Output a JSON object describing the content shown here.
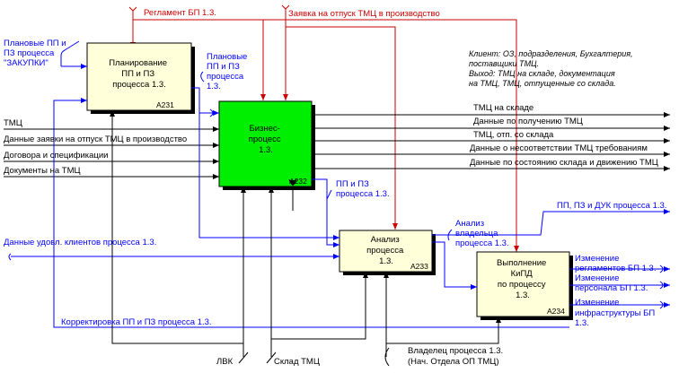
{
  "boxes": {
    "a231": {
      "label": [
        "Планирование",
        "ПП и ПЗ",
        "процесса 1.3."
      ],
      "code": "A231"
    },
    "a232": {
      "label": [
        "Бизнес-",
        "процесс",
        "1.3."
      ],
      "code": "A232"
    },
    "a233": {
      "label": [
        "Анализ",
        "процесса",
        "1.3."
      ],
      "code": "A233"
    },
    "a234": {
      "label": [
        "Выполнение",
        "КиПД",
        "по процессу",
        "1.3."
      ],
      "code": "A234"
    }
  },
  "controls": {
    "reglament": "Регламент БП 1.3.",
    "zayavka": "Заявка на отпуск ТМЦ в производство"
  },
  "note": [
    "Клиент: ОЗ, подразделения, Бухгалтерия,",
    "поставщики ТМЦ.",
    "Выход: ТМЦ на складе, документация",
    "на ТМЦ, ТМЦ, отпущенные со склада."
  ],
  "inputs": {
    "planovye_zakupki": [
      "Плановые ПП и",
      "ПЗ процесса",
      "\"ЗАКУПКИ\""
    ],
    "tmc": "ТМЦ",
    "dannye_zayavki": "Данные заявки на отпуск ТМЦ в производство",
    "dogovora": "Договора и спецификации",
    "dokumenty": "Документы на ТМЦ",
    "dannye_udovl": "Данные удовл. клиентов процесса 1.3.",
    "korrektirovka": "Корректировка ПП и ПЗ процесса 1.3."
  },
  "internal": {
    "planovye_pp": [
      "Плановые",
      "ПП и ПЗ",
      "процесса",
      "1.3."
    ],
    "pp_i_pz": [
      "ПП и ПЗ",
      "процесса 1.3."
    ],
    "analiz_vladeltsa": [
      "Анализ",
      "владельца",
      "процесса 1.3."
    ]
  },
  "outputs": {
    "tmc_na_sklade": "ТМЦ на складе",
    "dannye_poluchenie": "Данные по получению ТМЦ",
    "tmc_otp": "ТМЦ, отп. со склада",
    "dannye_nesoot": "Данные о несоответствии ТМЦ  требованиям",
    "dannye_sostoyanie": "Данные по состоянию склада и движению ТМЦ",
    "pp_pz_duk": "ПП, ПЗ и ДУК процесса 1.3.",
    "izm_reglamentov": [
      "Изменение",
      "регламентов БП 1.3."
    ],
    "izm_personala": [
      "Изменение",
      "персонала БП 1.3."
    ],
    "izm_infra": [
      "Изменение",
      "инфраструктуры БП",
      "1.3."
    ]
  },
  "mechanisms": {
    "lvk": "ЛВК",
    "sklad": "Склад ТМЦ",
    "vladelets": [
      "Владелец процесса 1.3.",
      "(Нач. Отдела ОП ТМЦ)"
    ]
  }
}
